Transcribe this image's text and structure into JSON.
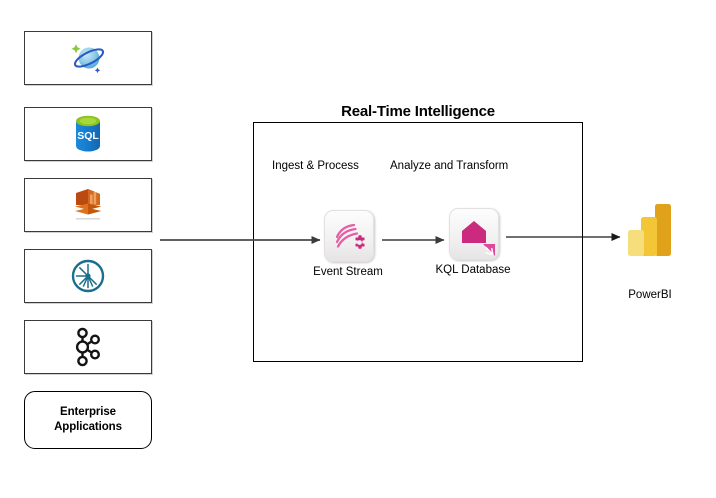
{
  "diagram": {
    "title": "Real-Time Intelligence",
    "sources": [
      {
        "id": "cosmos-db",
        "icon": "azure-cosmos-db-icon"
      },
      {
        "id": "sql-database",
        "icon": "azure-sql-database-icon",
        "glyph": "SQL"
      },
      {
        "id": "redshift",
        "icon": "aws-redshift-icon"
      },
      {
        "id": "teradata",
        "icon": "teradata-icon"
      },
      {
        "id": "kafka",
        "icon": "apache-kafka-icon"
      }
    ],
    "enterprise": {
      "line1": "Enterprise",
      "line2": "Applications"
    },
    "stages": [
      {
        "id": "ingest",
        "caption": "Ingest & Process",
        "node_label": "Event Stream",
        "icon": "event-stream-icon"
      },
      {
        "id": "analyze",
        "caption": "Analyze and Transform",
        "node_label": "KQL Database",
        "icon": "kql-database-icon"
      }
    ],
    "output": {
      "label": "PowerBI",
      "icon": "power-bi-icon"
    },
    "colors": {
      "fabric_pink": "#CB2A7E",
      "fabric_pink_light": "#E45FA6",
      "powerbi_light": "#F5DE7B",
      "powerbi_mid": "#F2C637",
      "powerbi_dark": "#DFA21A",
      "cosmos_blue": "#2A5BC4",
      "sql_blue": "#1A7FD4",
      "sql_green": "#A4CE39",
      "redshift_orange": "#C8511B",
      "teradata_teal": "#1B6E8C",
      "kafka_black": "#141414",
      "panel_border": "#000000",
      "box_border": "#3A3A3A",
      "arrow": "#4A4A4A"
    }
  }
}
